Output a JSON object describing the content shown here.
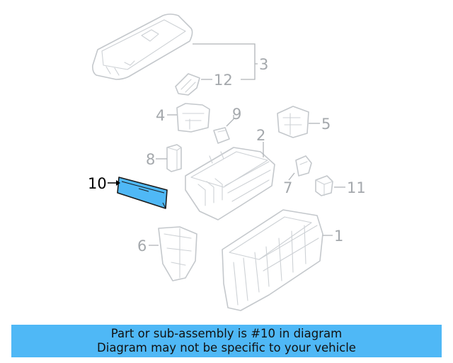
{
  "diagram": {
    "highlight_color": "#4fb8f6",
    "callouts": {
      "c1": "1",
      "c2": "2",
      "c3": "3",
      "c4": "4",
      "c5": "5",
      "c6": "6",
      "c7": "7",
      "c8": "8",
      "c9": "9",
      "c10": "10",
      "c11": "11",
      "c12": "12"
    }
  },
  "banner": {
    "line1": "Part or sub-assembly is #10 in diagram",
    "line2": "Diagram may not be specific to your vehicle",
    "background": "#4fb8f6"
  }
}
